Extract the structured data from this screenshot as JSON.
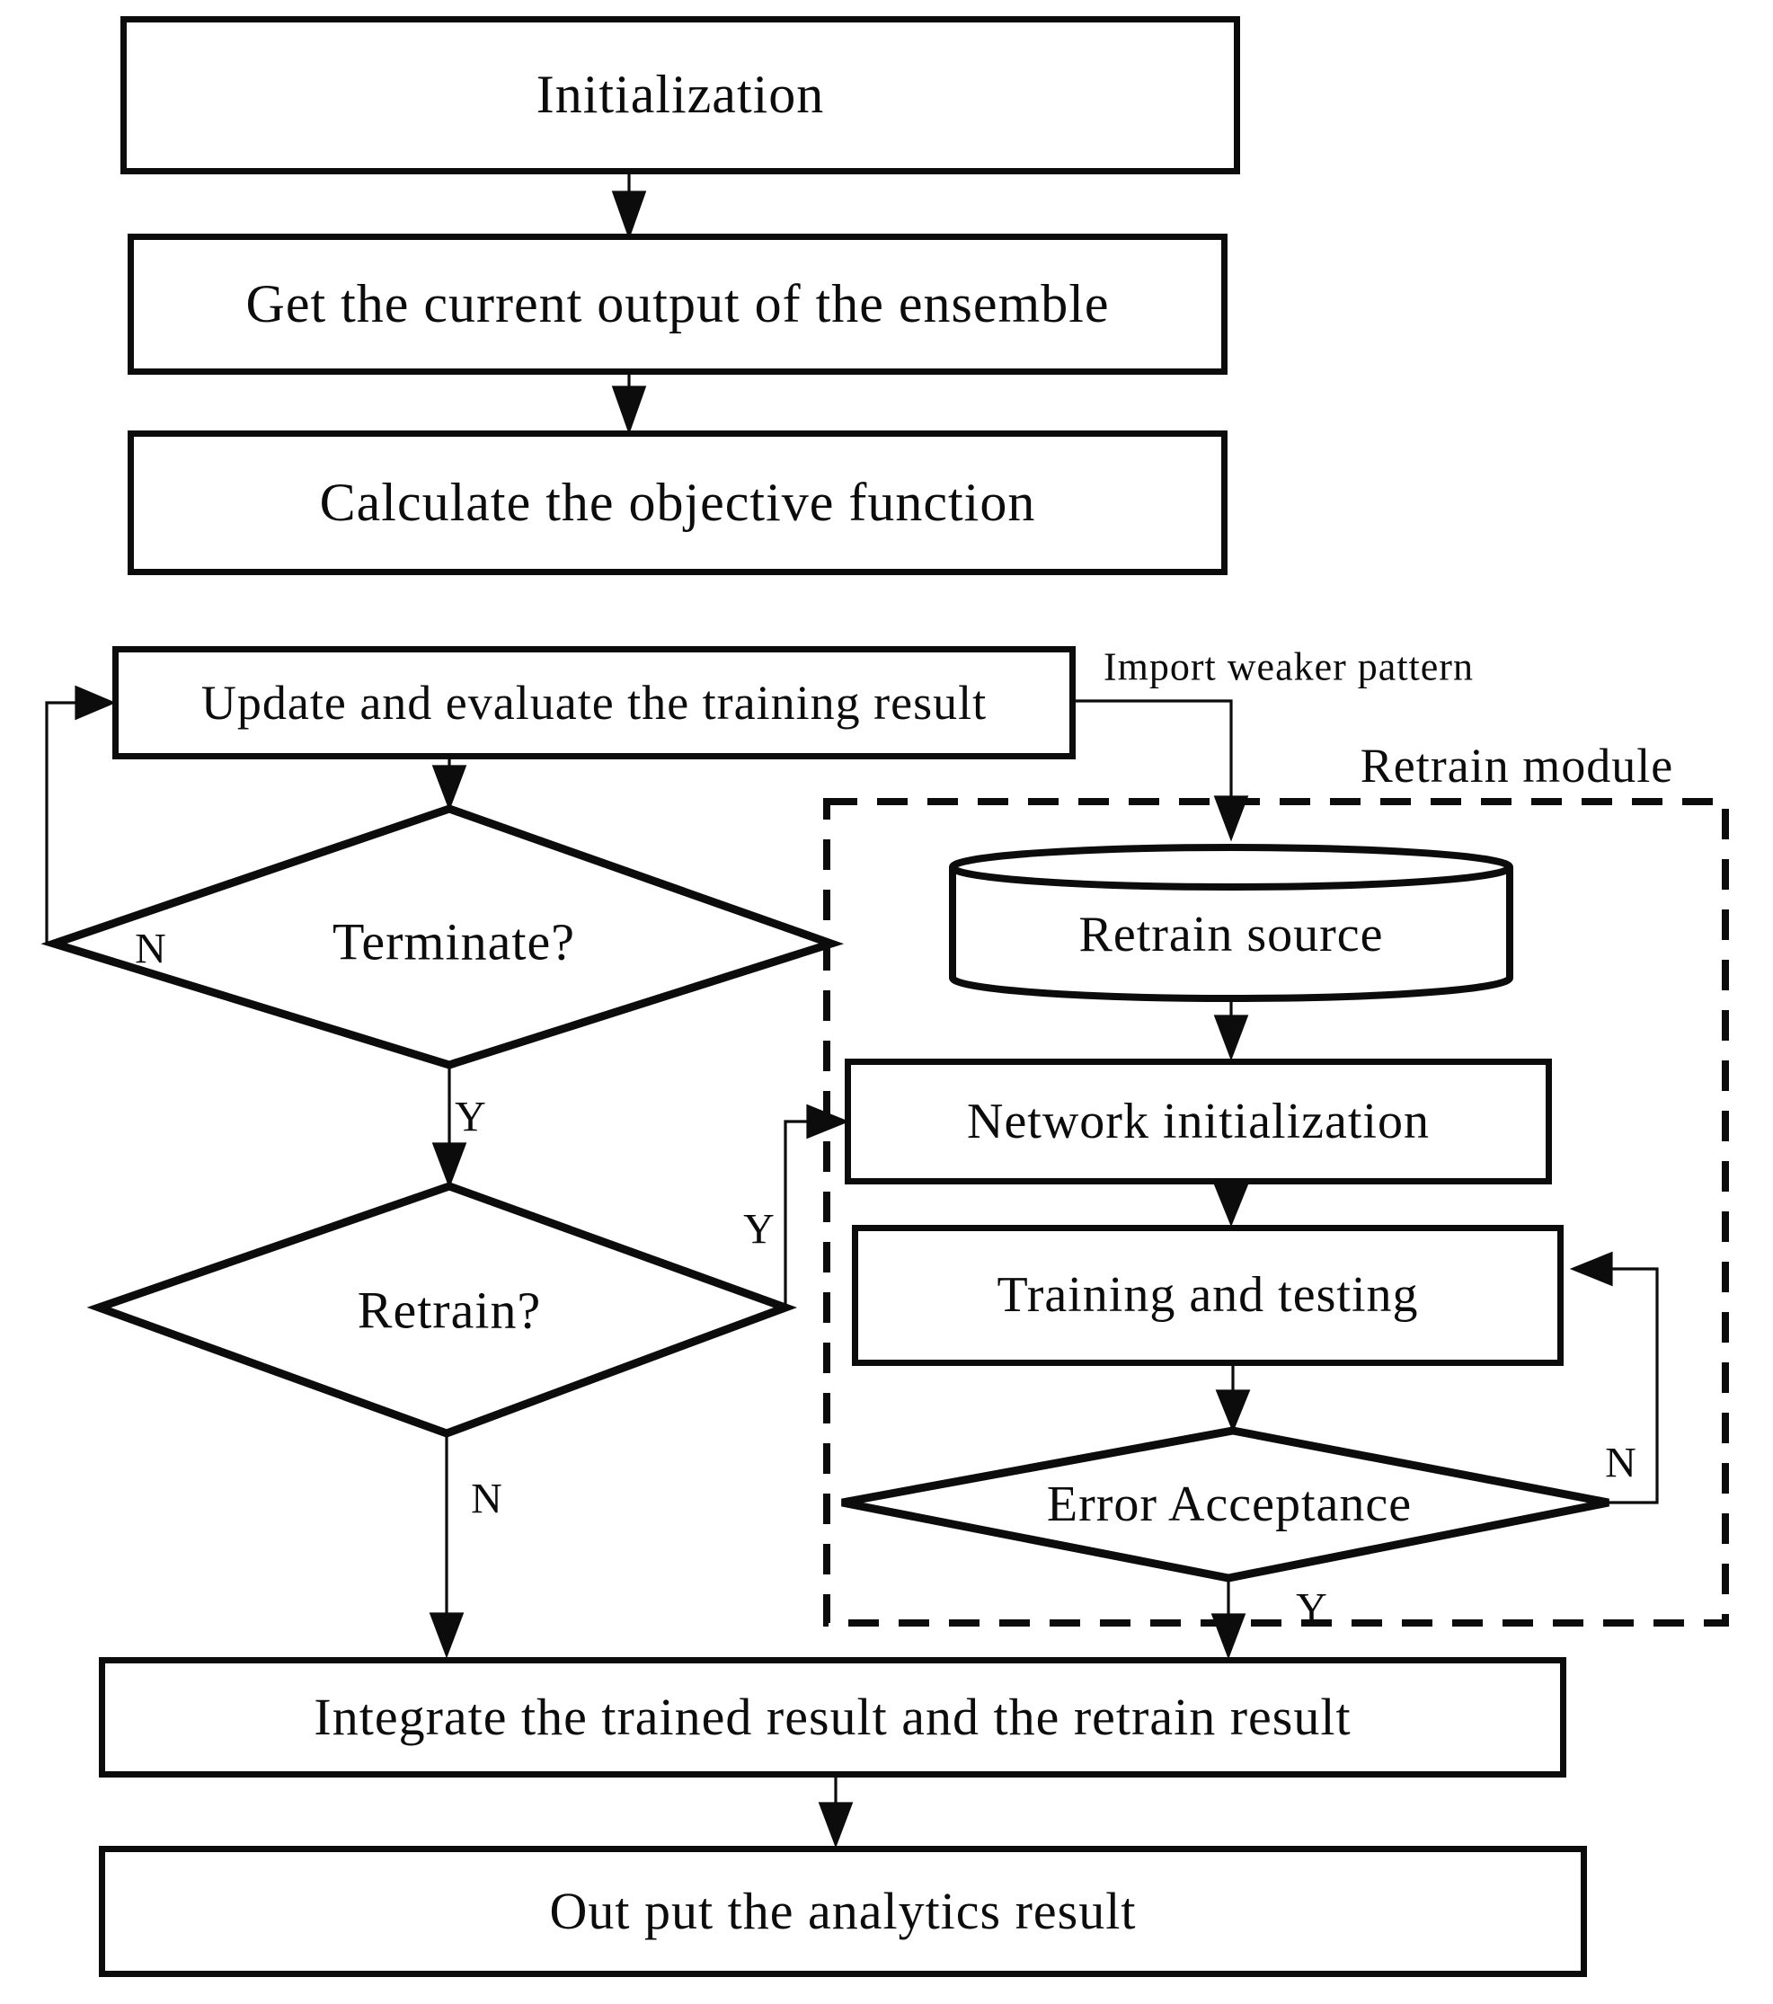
{
  "flow": {
    "nodes": {
      "initialization": "Initialization",
      "get_output": "Get the current output of the ensemble",
      "calculate_objective": "Calculate the objective function",
      "update_evaluate": "Update and evaluate the training result",
      "retrain_source": "Retrain source",
      "network_initialization": "Network initialization",
      "training_testing": "Training and testing",
      "integrate": "Integrate the trained result and the retrain result",
      "output": "Out put the analytics result"
    },
    "decisions": {
      "terminate": "Terminate?",
      "retrain": "Retrain?",
      "error_acceptance": "Error Acceptance"
    },
    "labels": {
      "import_weaker_pattern": "Import weaker pattern",
      "retrain_module": "Retrain module"
    },
    "branches": {
      "terminate_no": "N",
      "terminate_yes": "Y",
      "retrain_yes": "Y",
      "retrain_no": "N",
      "error_no": "N",
      "error_yes": "Y"
    },
    "colors": {
      "ink": "#0c0c0c",
      "background": "#ffffff"
    }
  }
}
